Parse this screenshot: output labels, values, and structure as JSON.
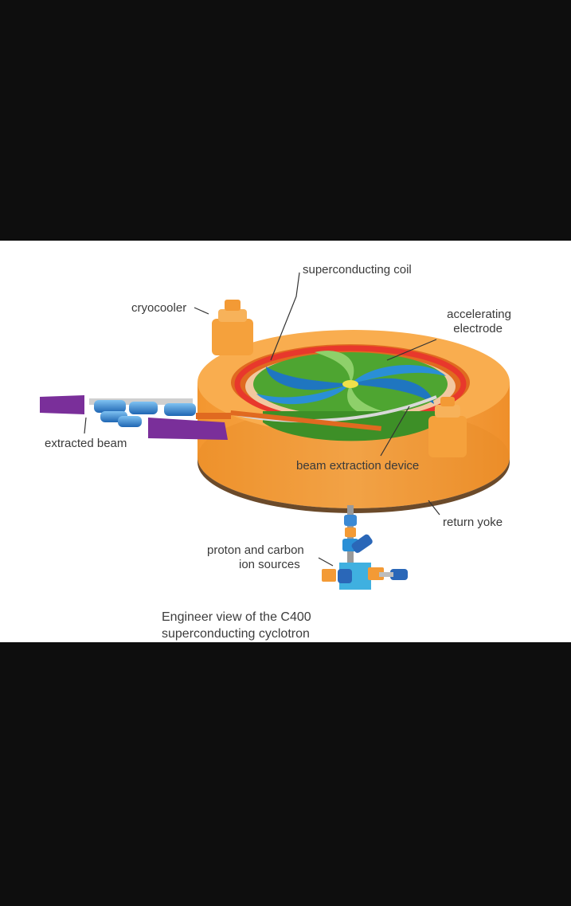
{
  "labels": {
    "superconducting_coil": "superconducting coil",
    "cryocooler": "cryocooler",
    "accelerating_electrode_1": "accelerating",
    "accelerating_electrode_2": "electrode",
    "extracted_beam": "extracted beam",
    "beam_extraction_device": "beam extraction device",
    "return_yoke": "return yoke",
    "ion_sources_1": "proton and carbon",
    "ion_sources_2": "ion sources"
  },
  "caption": {
    "line1": "Engineer view of the C400",
    "line2": "superconducting cyclotron"
  },
  "colors": {
    "yoke": "#f7a441",
    "yoke_shadow": "#e58a25",
    "coil": "#e8382c",
    "electrode_green": "#5cb63a",
    "electrode_blue": "#2a8fd6",
    "beamline_purple": "#7a2f9a",
    "beamline_blue": "#3b89d4"
  }
}
